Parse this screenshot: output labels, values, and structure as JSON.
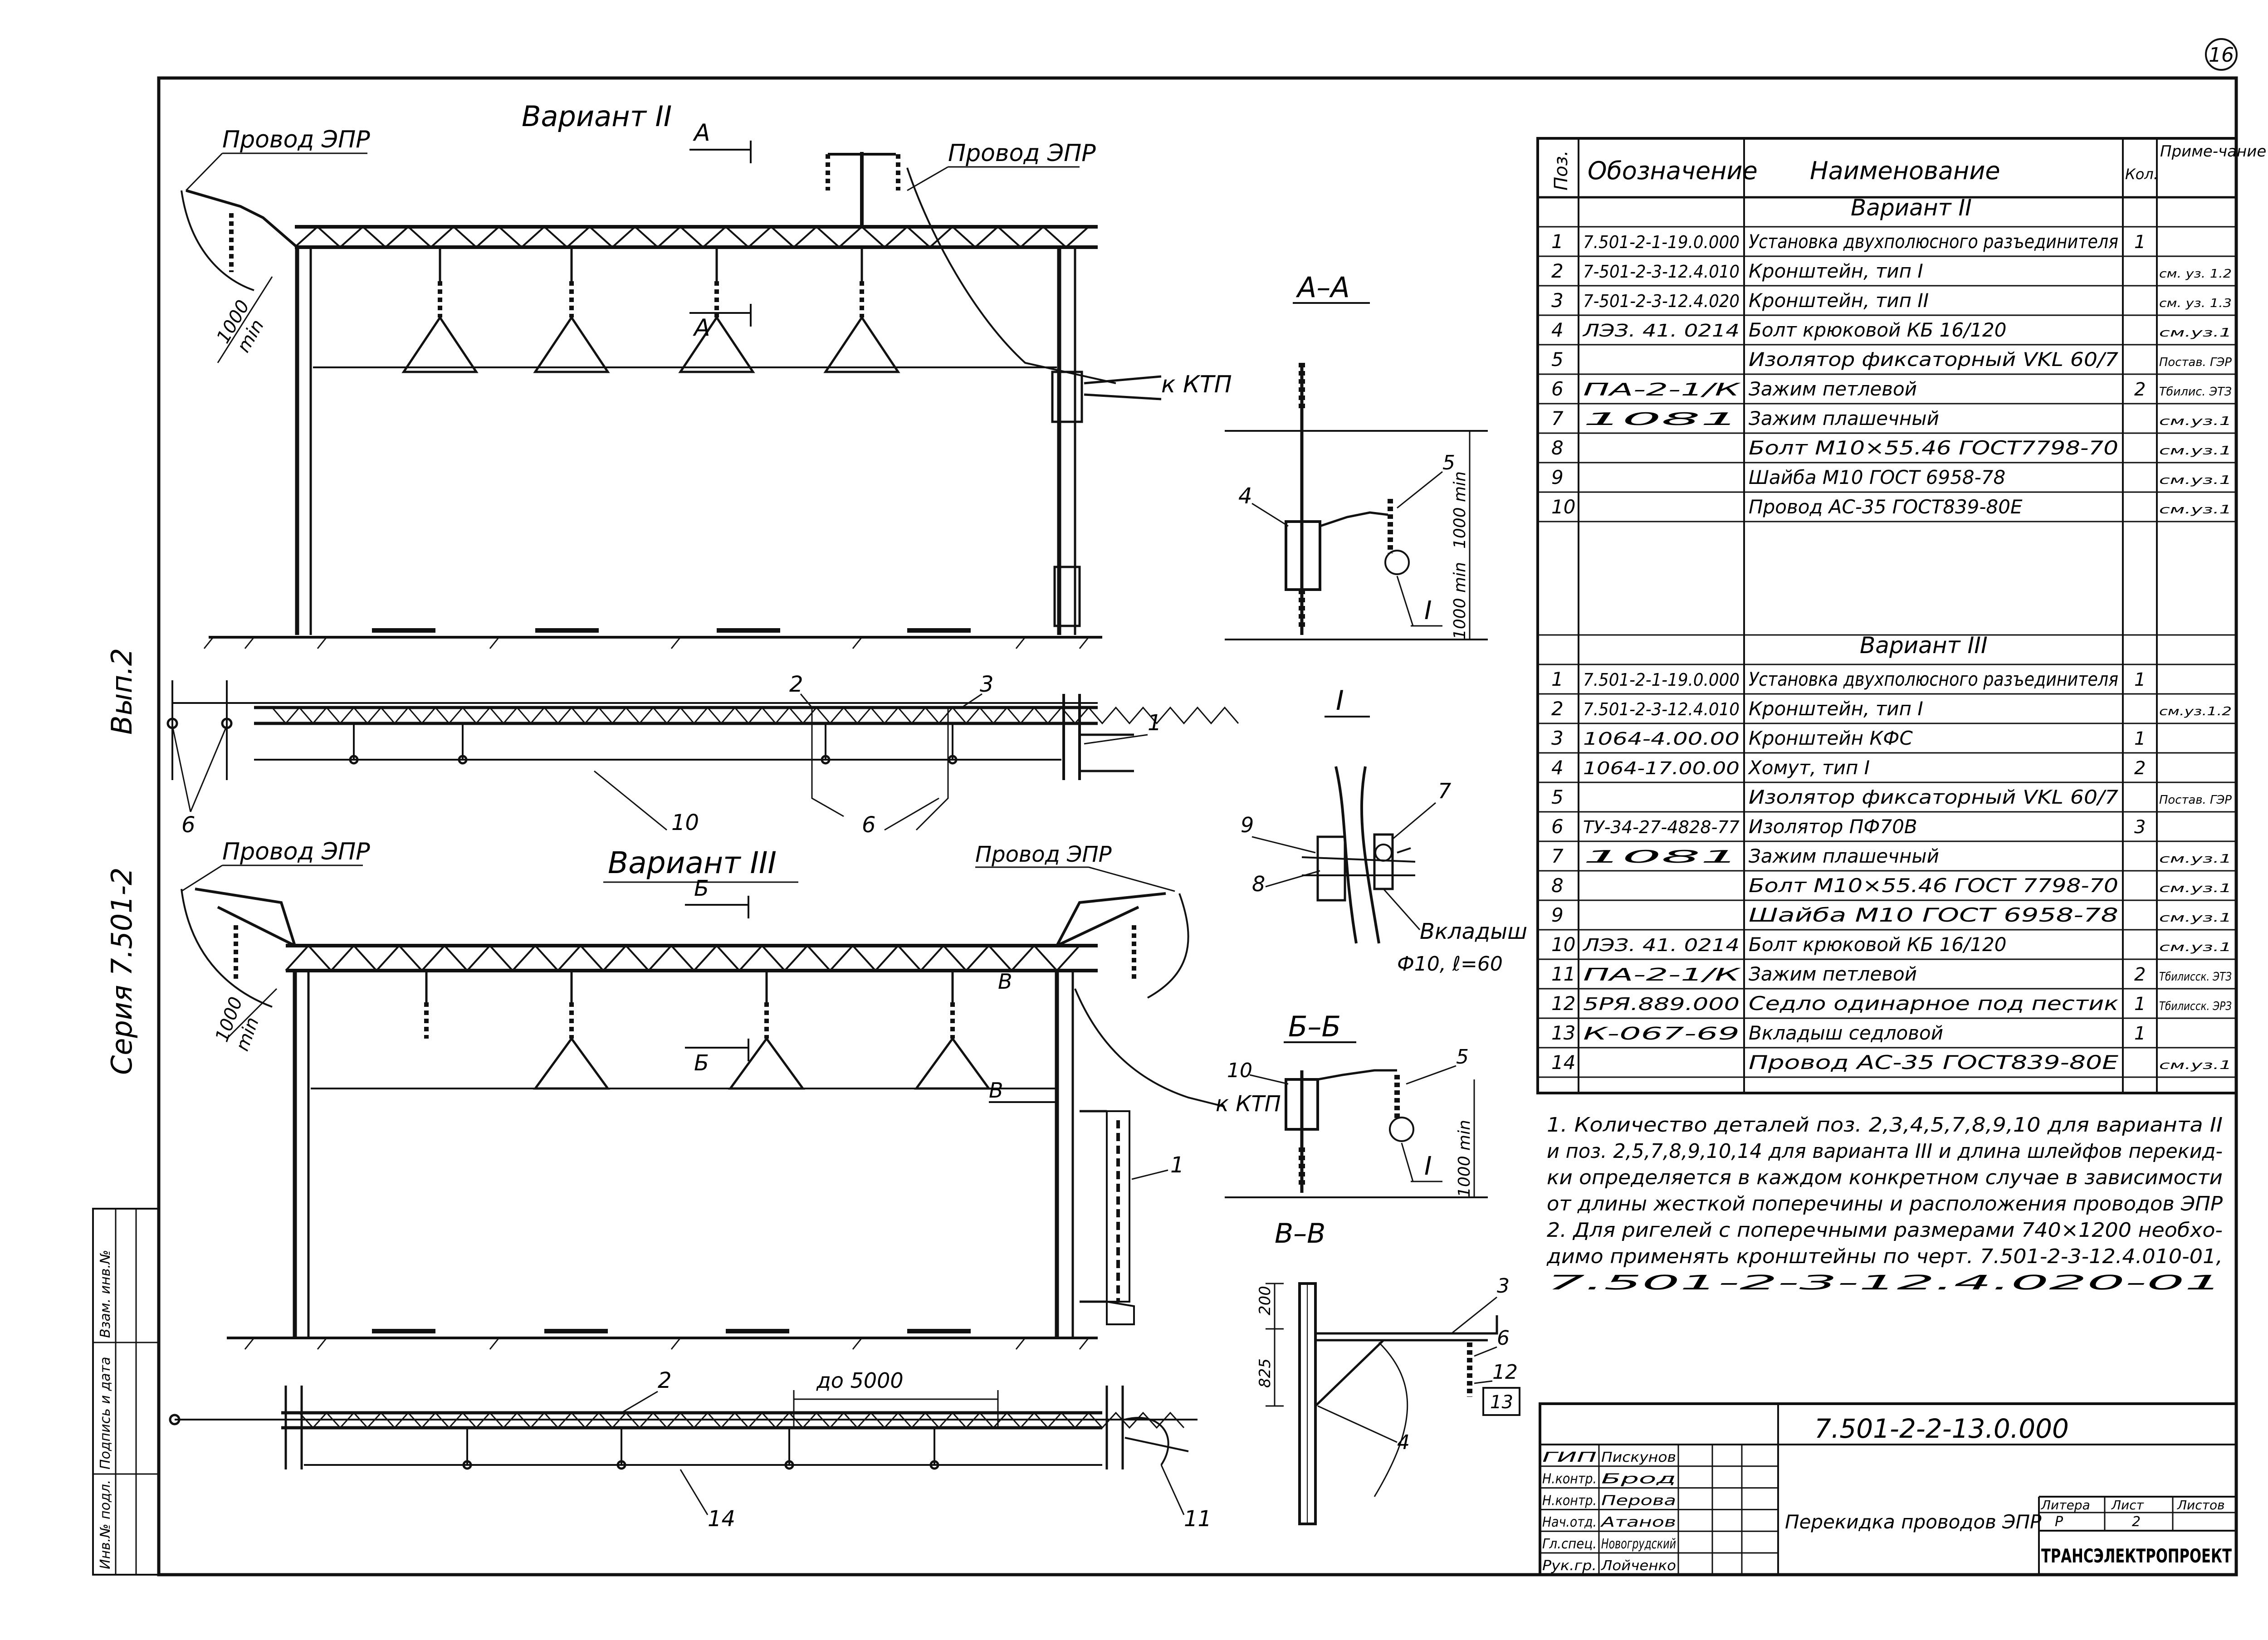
{
  "sheet_number": "16",
  "side_series": "Серия   7.501-2",
  "side_issue": "Вып.2",
  "side_stamp_inv": "Инв.№ подл.",
  "side_stamp_sign": "Подпись и дата",
  "side_stamp_replace": "Взам. инв.№",
  "variant2": {
    "title": "Вариант II",
    "wire_left": "Провод ЭПР",
    "wire_right": "Провод ЭПР",
    "cut_a": "А",
    "to_ktp": "к КТП",
    "dim_1000": "1000",
    "dim_min": "min",
    "leader_2": "2",
    "leader_3": "3",
    "leader_1": "1",
    "leader_10": "10",
    "leader_6": "6",
    "leader_6b": "6"
  },
  "variant3": {
    "title": "Вариант III",
    "wire_left": "Провод ЭПР",
    "wire_right": "Провод ЭПР",
    "cut_b": "Б",
    "cut_v": "В",
    "to_ktp": "к КТП",
    "dim_1000": "1000",
    "dim_min": "min",
    "leader_1": "1",
    "leader_2": "2",
    "leader_14": "14",
    "leader_11": "11",
    "span": "до 5000"
  },
  "section_aa": {
    "title": "А–А",
    "c4": "4",
    "c5": "5",
    "dim1": "1000 min",
    "dim2": "1000 min",
    "detail": "I"
  },
  "detail_1": {
    "title": "I",
    "c9": "9",
    "c8": "8",
    "c7": "7",
    "insert": "Вкладыш",
    "insert_size": "Ф10,  ℓ=60"
  },
  "section_bb": {
    "title": "Б–Б",
    "c10": "10",
    "c5": "5",
    "dim": "1000 min",
    "detail": "I"
  },
  "section_vv": {
    "title": "В–В",
    "c3": "3",
    "c6": "6",
    "c12": "12",
    "c13": "13",
    "c4": "4",
    "d200": "200",
    "d825": "825"
  },
  "spec": {
    "headers": [
      "Поз.",
      "Обозначение",
      "Наименование",
      "Кол.",
      "Приме-чание"
    ],
    "variant2_title": "Вариант II",
    "variant3_title": "Вариант III",
    "rows_v2": [
      [
        "1",
        "7.501-2-1-19.0.000",
        "Установка двухполюсного разъединителя",
        "1",
        ""
      ],
      [
        "2",
        "7-501-2-3-12.4.010",
        "Кронштейн, тип I",
        "",
        "см. уз. 1.2"
      ],
      [
        "3",
        "7-501-2-3-12.4.020",
        "Кронштейн, тип II",
        "",
        "см. уз. 1.3"
      ],
      [
        "4",
        "ЛЭЗ. 41. 0214",
        "Болт крюковой КБ 16/120",
        "",
        "см.уз.1"
      ],
      [
        "5",
        "",
        "Изолятор фиксаторный VKL 60/7",
        "",
        "Постав. ГЭР"
      ],
      [
        "6",
        "ПА-2-1/К",
        "Зажим петлевой",
        "2",
        "Тбилис. ЭТЗ"
      ],
      [
        "7",
        "1081",
        "Зажим плашечный",
        "",
        "см.уз.1"
      ],
      [
        "8",
        "",
        "Болт  М10×55.46 ГОСТ7798-70",
        "",
        "см.уз.1"
      ],
      [
        "9",
        "",
        "Шайба М10 ГОСТ 6958-78",
        "",
        "см.уз.1"
      ],
      [
        "10",
        "",
        "Провод АС-35 ГОСТ839-80Е",
        "",
        "см.уз.1"
      ]
    ],
    "rows_v3": [
      [
        "1",
        "7.501-2-1-19.0.000",
        "Установка двухполюсного разъединителя",
        "1",
        ""
      ],
      [
        "2",
        "7.501-2-3-12.4.010",
        "Кронштейн, тип I",
        "",
        "см.уз.1.2"
      ],
      [
        "3",
        "1064-4.00.00",
        "Кронштейн КФС",
        "1",
        ""
      ],
      [
        "4",
        "1064-17.00.00",
        "Хомут, тип I",
        "2",
        ""
      ],
      [
        "5",
        "",
        "Изолятор фиксаторный VKL 60/7",
        "",
        "Постав. ГЭР"
      ],
      [
        "6",
        "ТУ-34-27-4828-77",
        "Изолятор ПФ70В",
        "3",
        ""
      ],
      [
        "7",
        "1081",
        "Зажим плашечный",
        "",
        "см.уз.1"
      ],
      [
        "8",
        "",
        "Болт М10×55.46 ГОСТ 7798-70",
        "",
        "см.уз.1"
      ],
      [
        "9",
        "",
        "Шайба  М10   ГОСТ 6958-78",
        "",
        "см.уз.1"
      ],
      [
        "10",
        "ЛЭЗ. 41. 0214",
        "Болт крюковой КБ 16/120",
        "",
        "см.уз.1"
      ],
      [
        "11",
        "ПА-2-1/К",
        "Зажим петлевой",
        "2",
        "Тбилисск. ЭТЗ"
      ],
      [
        "12",
        "5РЯ.889.000",
        "Седло одинарное  под пестик",
        "1",
        "Тбилисск. ЭРЗ"
      ],
      [
        "13",
        "К-067-69",
        "Вкладыш седловой",
        "1",
        ""
      ],
      [
        "14",
        "",
        "Провод  АС-35   ГОСТ839-80Е",
        "",
        "см.уз.1"
      ]
    ]
  },
  "notes": [
    "1.  Количество деталей поз. 2,3,4,5,7,8,9,10 для варианта II",
    "и поз. 2,5,7,8,9,10,14 для варианта III и длина шлейфов перекид-",
    "ки определяется в каждом конкретном случае в зависимости",
    "от длины жесткой поперечины и расположения проводов ЭПР",
    "   2.  Для ригелей с поперечными размерами 740×1200 необхо-",
    "димо применять кронштейны по черт. 7.501-2-3-12.4.010-01,",
    "7.501-2-3-12.4.020-01"
  ],
  "title_block": {
    "code": "7.501-2-2-13.0.000",
    "name": "Перекидка проводов ЭПР",
    "org": "ТРАНСЭЛЕКТРОПРОЕКТ",
    "h_litera": "Литера",
    "h_list": "Лист",
    "h_listov": "Листов",
    "litera": "Р",
    "list": "2",
    "listov": "",
    "staff": [
      [
        "ГИП",
        "Пискунов"
      ],
      [
        "Н.контр.",
        "Брод"
      ],
      [
        "Н.контр.",
        "Перова"
      ],
      [
        "Нач.отд.",
        "Атанов"
      ],
      [
        "Гл.спец.",
        "Новогрудский"
      ],
      [
        "Рук.гр.",
        "Лойченко"
      ]
    ]
  }
}
